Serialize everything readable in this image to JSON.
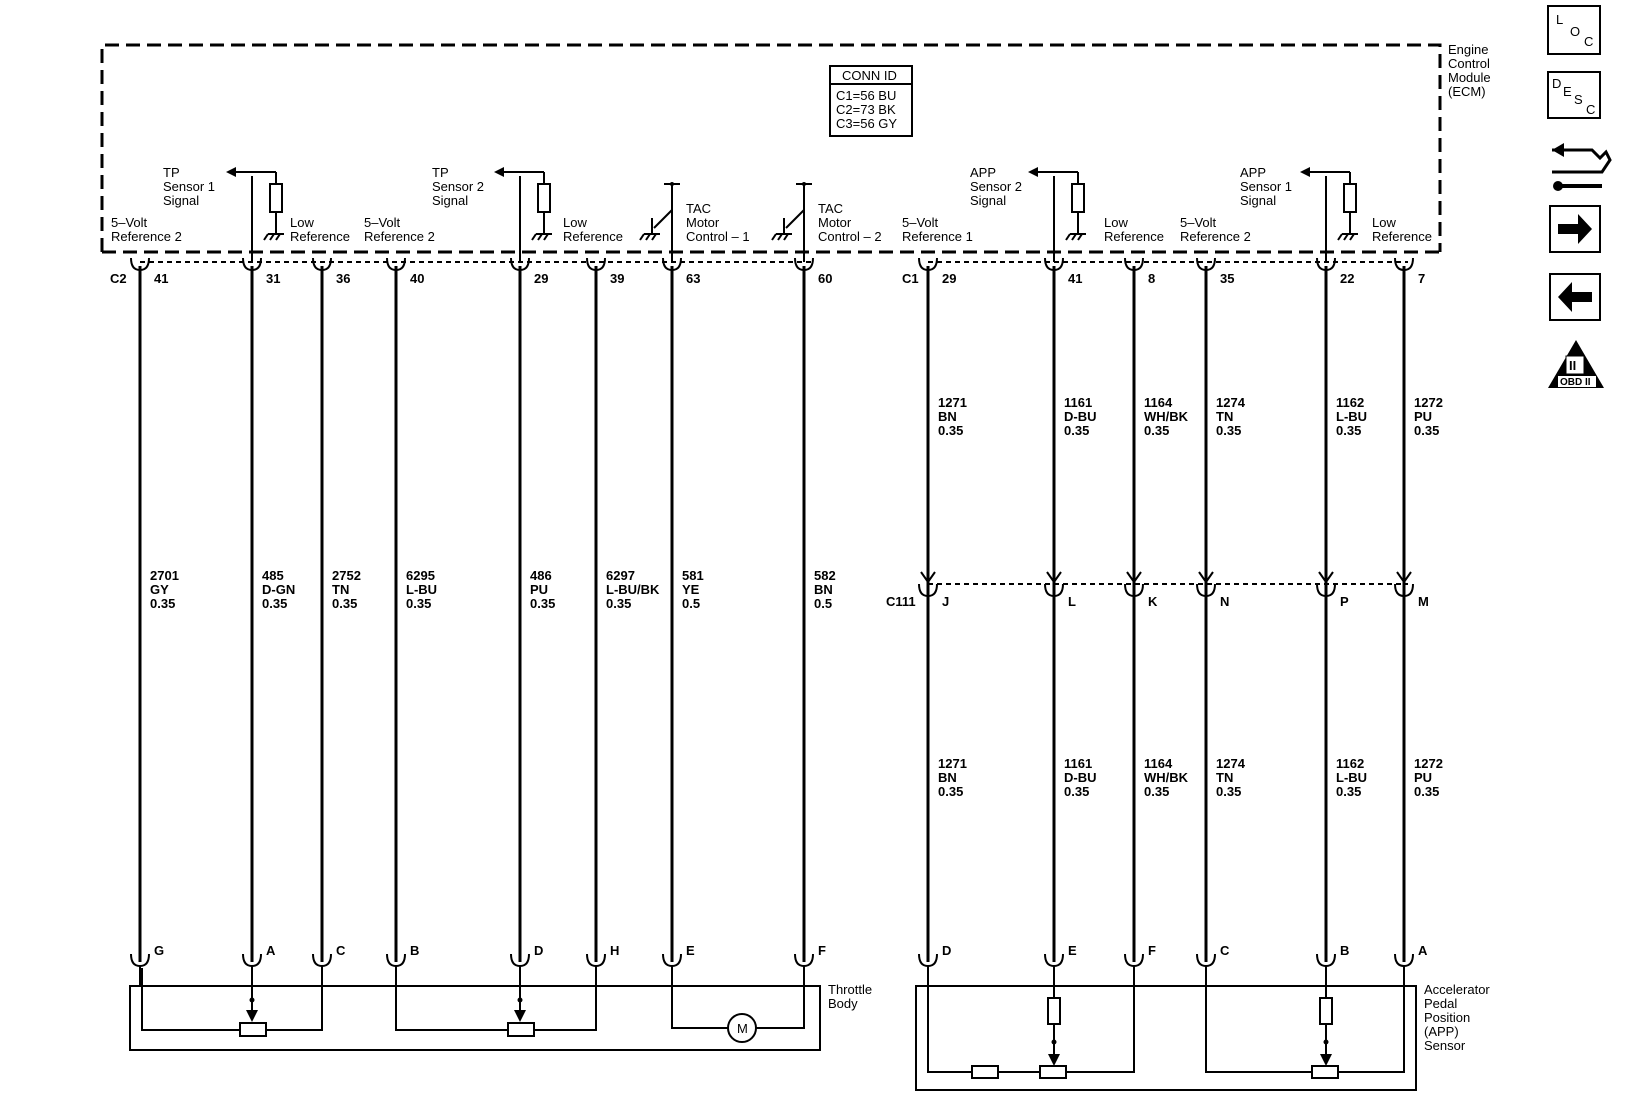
{
  "ecm": {
    "label": [
      "Engine",
      "Control",
      "Module",
      "(ECM)"
    ],
    "conn_id_title": "CONN ID",
    "conn_id_lines": [
      "C1=56 BU",
      "C2=73 BK",
      "C3=56 GY"
    ]
  },
  "left_connector": "C2",
  "right_connector": "C1",
  "inline_connector": "C111",
  "circuits_left": [
    {
      "ecm_pin": "41",
      "wire": [
        "2701",
        "GY",
        "0.35"
      ],
      "comp_pin": "G"
    },
    {
      "ecm_pin": "31",
      "wire": [
        "485",
        "D-GN",
        "0.35"
      ],
      "comp_pin": "A"
    },
    {
      "ecm_pin": "36",
      "wire": [
        "2752",
        "TN",
        "0.35"
      ],
      "comp_pin": "C"
    },
    {
      "ecm_pin": "40",
      "wire": [
        "6295",
        "L-BU",
        "0.35"
      ],
      "comp_pin": "B"
    },
    {
      "ecm_pin": "29",
      "wire": [
        "486",
        "PU",
        "0.35"
      ],
      "comp_pin": "D"
    },
    {
      "ecm_pin": "39",
      "wire": [
        "6297",
        "L-BU/BK",
        "0.35"
      ],
      "comp_pin": "H"
    },
    {
      "ecm_pin": "63",
      "wire": [
        "581",
        "YE",
        "0.5"
      ],
      "comp_pin": "E"
    },
    {
      "ecm_pin": "60",
      "wire": [
        "582",
        "BN",
        "0.5"
      ],
      "comp_pin": "F"
    }
  ],
  "circuits_right": [
    {
      "ecm_pin": "29",
      "wire": [
        "1271",
        "BN",
        "0.35"
      ],
      "inline_pin": "J",
      "comp_pin": "D"
    },
    {
      "ecm_pin": "41",
      "wire": [
        "1161",
        "D-BU",
        "0.35"
      ],
      "inline_pin": "L",
      "comp_pin": "E"
    },
    {
      "ecm_pin": "8",
      "wire": [
        "1164",
        "WH/BK",
        "0.35"
      ],
      "inline_pin": "K",
      "comp_pin": "F"
    },
    {
      "ecm_pin": "35",
      "wire": [
        "1274",
        "TN",
        "0.35"
      ],
      "inline_pin": "N",
      "comp_pin": "C"
    },
    {
      "ecm_pin": "22",
      "wire": [
        "1162",
        "L-BU",
        "0.35"
      ],
      "inline_pin": "P",
      "comp_pin": "B"
    },
    {
      "ecm_pin": "7",
      "wire": [
        "1272",
        "PU",
        "0.35"
      ],
      "inline_pin": "M",
      "comp_pin": "A"
    }
  ],
  "signals": {
    "tp1": [
      "TP",
      "Sensor 1",
      "Signal"
    ],
    "tp2": [
      "TP",
      "Sensor 2",
      "Signal"
    ],
    "app2": [
      "APP",
      "Sensor 2",
      "Signal"
    ],
    "app1": [
      "APP",
      "Sensor 1",
      "Signal"
    ],
    "tac1": [
      "TAC",
      "Motor",
      "Control – 1"
    ],
    "tac2": [
      "TAC",
      "Motor",
      "Control – 2"
    ],
    "ref5v2_a": [
      "5–Volt",
      "Reference 2"
    ],
    "low_a": [
      "Low",
      "Reference"
    ],
    "ref5v2_b": [
      "5–Volt",
      "Reference 2"
    ],
    "low_b": [
      "Low",
      "Reference"
    ],
    "ref5v1_c": [
      "5–Volt",
      "Reference 1"
    ],
    "low_c": [
      "Low",
      "Reference"
    ],
    "ref5v2_d": [
      "5–Volt",
      "Reference 2"
    ],
    "low_d": [
      "Low",
      "Reference"
    ]
  },
  "throttle_body": [
    "Throttle",
    "Body"
  ],
  "app_sensor": [
    "Accelerator",
    "Pedal",
    "Position",
    "(APP)",
    "Sensor"
  ],
  "motor_symbol": "M",
  "nav": {
    "loc": [
      "L",
      "O",
      "C"
    ],
    "desc": [
      "D",
      "E",
      "S",
      "C"
    ],
    "obd": "OBD II",
    "obd_mark": "II"
  }
}
